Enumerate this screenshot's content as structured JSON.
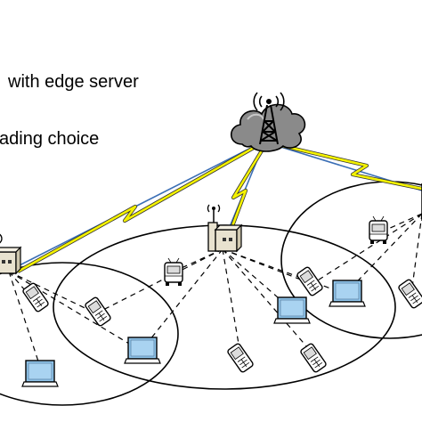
{
  "legend": {
    "items": [
      {
        "label": "with edge server",
        "icon": "base-station-with-edge-server-icon"
      },
      {
        "label": "ading choice",
        "icon": "dashed-link-icon"
      }
    ]
  },
  "colors": {
    "wired_link": "#3b6fb6",
    "wireless_link": "#f4f200",
    "wireless_outline": "#333333",
    "device_screen": "#8fc4ea",
    "cloud_fill": "#8a8a8a",
    "base_station_fill": "#e8e2cf"
  },
  "network": {
    "cloud": {
      "icon": "cloud-tower-icon"
    },
    "cells": [
      {
        "name": "left-cell",
        "station": "left-base-station"
      },
      {
        "name": "center-cell",
        "station": "center-base-station"
      },
      {
        "name": "right-cell",
        "station": "right-base-station"
      }
    ],
    "devices": [
      {
        "type": "mobile-phone"
      },
      {
        "type": "laptop"
      },
      {
        "type": "bus"
      }
    ]
  }
}
